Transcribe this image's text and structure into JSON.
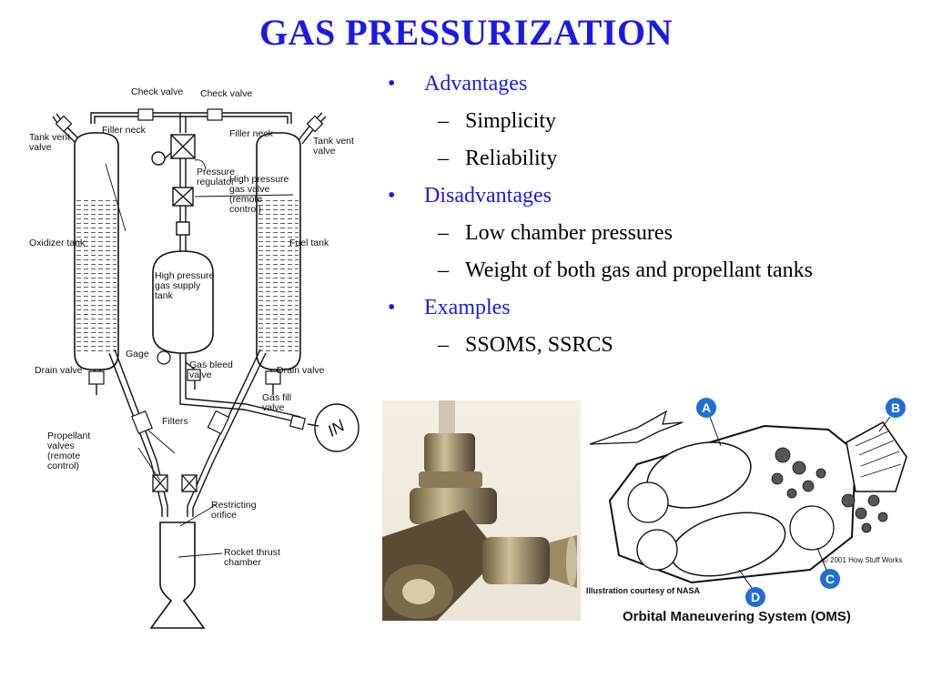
{
  "slide": {
    "title": "GAS PRESSURIZATION",
    "title_color": "#1a1ae6",
    "bullet_marker": "•",
    "dash_marker": "–",
    "bullets": [
      {
        "label": "Advantages",
        "subs": [
          "Simplicity",
          "Reliability"
        ]
      },
      {
        "label": "Disadvantages",
        "subs": [
          "Low chamber pressures",
          "Weight of both gas and propellant tanks"
        ]
      },
      {
        "label": "Examples",
        "subs": [
          "SSOMS, SSRCS"
        ]
      }
    ]
  },
  "diagram": {
    "check_valve_left": "Check valve",
    "check_valve_right": "Check valve",
    "tank_vent_valve_left": "Tank vent valve",
    "tank_vent_valve_right": "Tank vent valve",
    "filler_neck_left": "Filler neck",
    "filler_neck_right": "Filler neck",
    "pressure_regulator": "Pressure regulator",
    "high_pressure_gas_valve": "High pressure gas valve (remote control)",
    "oxidizer_tank": "Oxidizer tank",
    "fuel_tank": "Fuel tank",
    "gas_supply_tank": "High pressure gas supply tank",
    "gage": "Gage",
    "gas_bleed_valve": "Gas bleed valve",
    "drain_valve_left": "Drain valve",
    "drain_valve_right": "Drain valve",
    "gas_fill_valve": "Gas fill valve",
    "filters": "Filters",
    "propellant_valves": "Propellant valves (remote control)",
    "restricting_orifice": "Restricting orifice",
    "rocket_thrust_chamber": "Rocket thrust chamber",
    "handwritten_note": "IN"
  },
  "oms": {
    "marker_a": "A",
    "marker_b": "B",
    "marker_c": "C",
    "marker_d": "D",
    "marker_color": "#1f6fd6",
    "copyright": "© 2001 How Stuff Works",
    "credit": "Illustration courtesy of NASA",
    "caption": "Orbital Maneuvering System (OMS)"
  }
}
